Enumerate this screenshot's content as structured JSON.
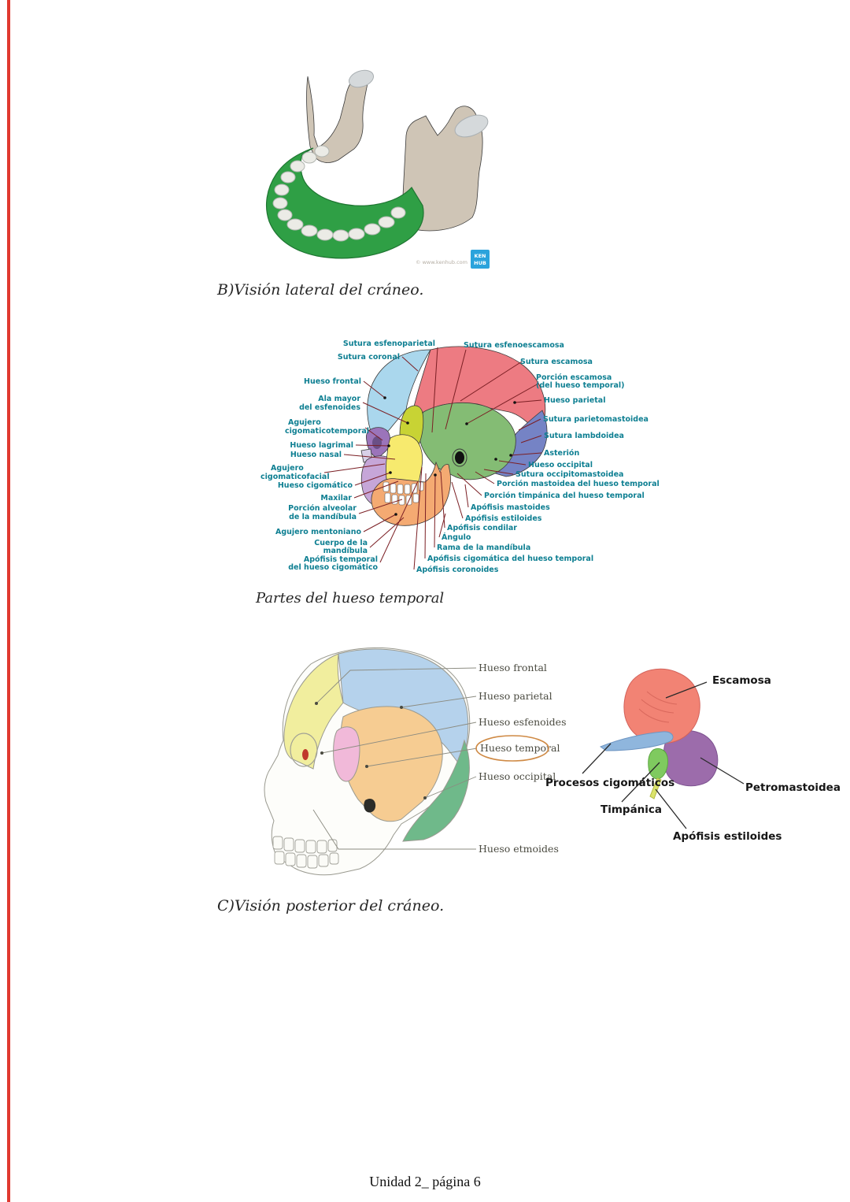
{
  "page": {
    "captions": {
      "b": "B)Visión lateral del cráneo.",
      "partes": "Partes del hueso temporal",
      "c": "C)Visión posterior del cráneo."
    },
    "footer": "Unidad 2_ página 6",
    "colors": {
      "margin_line": "#e0392f",
      "label_teal": "#0e7f92",
      "leader_maroon": "#7b1f24"
    }
  },
  "fig_mandible": {
    "watermark": "© www.kenhub.com",
    "logo_line1": "KEN",
    "logo_line2": "HUB"
  },
  "fig_lateral": {
    "labels": {
      "sutura_esfenoparietal": "Sutura esfenoparietal",
      "sutura_coronal": "Sutura coronal",
      "hueso_frontal": "Hueso frontal",
      "ala_mayor": [
        "Ala mayor",
        "del esfenoides"
      ],
      "agujero_cigomaticotemporal": [
        "Agujero",
        "cigomaticotemporal"
      ],
      "hueso_lagrimal": "Hueso lagrimal",
      "hueso_nasal": "Hueso nasal",
      "agujero_cigomaticofacial": [
        "Agujero",
        "cigomaticofacial"
      ],
      "hueso_cigomatico": "Hueso cigomático",
      "maxilar": "Maxilar",
      "porcion_alveolar": [
        "Porción alveolar",
        "de la mandíbula"
      ],
      "agujero_mentoniano": "Agujero mentoniano",
      "cuerpo_mandibula": [
        "Cuerpo de la",
        "mandíbula"
      ],
      "apofisis_temporal_cigomatico": [
        "Apófisis temporal",
        "del hueso cigomático"
      ],
      "sutura_esfenoescamosa": "Sutura esfenoescamosa",
      "sutura_escamosa": "Sutura escamosa",
      "porcion_escamosa": [
        "Porción escamosa",
        "(del hueso temporal)"
      ],
      "hueso_parietal": "Hueso parietal",
      "sutura_parietomastoidea": "Sutura parietomastoidea",
      "sutura_lambdoidea": "Sutura lambdoidea",
      "asterion": "Asterión",
      "hueso_occipital": "Hueso occipital",
      "sutura_occipitomastoidea": "Sutura occipitomastoidea",
      "porcion_mastoidea": "Porción mastoidea del hueso temporal",
      "porcion_timpanica": "Porción timpánica del hueso temporal",
      "apofisis_mastoides": "Apófisis mastoides",
      "apofisis_estiloides": "Apófisis estiloides",
      "apofisis_condilar": "Apófisis condilar",
      "angulo": "Ángulo",
      "rama_mandibula": "Rama de la mandíbula",
      "apofisis_cigomatica_temporal": "Apófisis cigomática del hueso temporal",
      "apofisis_coronoides": "Apófisis coronoides"
    }
  },
  "fig_skull_side": {
    "labels": [
      "Hueso frontal",
      "Hueso parietal",
      "Hueso esfenoides",
      "Hueso temporal",
      "Hueso occipital",
      "Hueso etmoides"
    ]
  },
  "fig_temporal_bone": {
    "labels": {
      "escamosa": "Escamosa",
      "procesos_cigomaticos": "Procesos cigomáticos",
      "timpanica": "Timpánica",
      "apofisis_estiloides": "Apófisis estiloides",
      "petromastoidea": "Petromastoidea"
    }
  }
}
